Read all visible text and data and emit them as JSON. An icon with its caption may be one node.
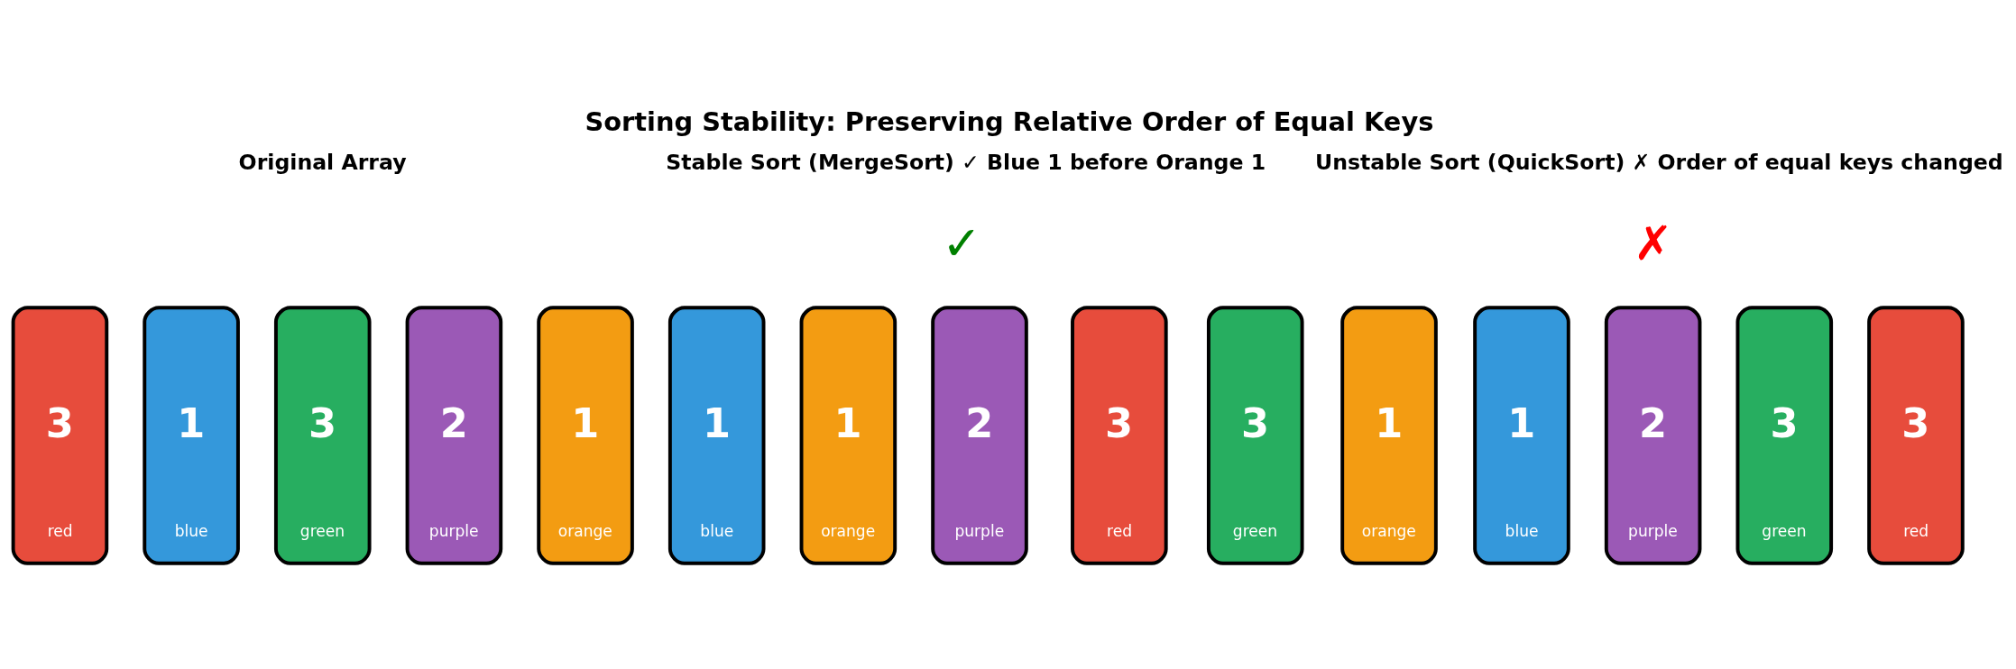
{
  "diagram": {
    "title": "Sorting Stability: Preserving Relative Order of Equal Keys",
    "nodes": [
      {
        "text": [
          "3",
          "red"
        ]
      },
      {
        "text": [
          "1",
          "blue"
        ]
      },
      {
        "text": [
          "3",
          "green"
        ]
      },
      {
        "text": [
          "2",
          "purple"
        ]
      },
      {
        "text": [
          "1",
          "orange"
        ]
      },
      {
        "text": [
          "1",
          "blue"
        ]
      },
      {
        "text": [
          "1",
          "orange"
        ]
      },
      {
        "text": [
          "2",
          "purple"
        ]
      },
      {
        "text": [
          "3",
          "red"
        ]
      },
      {
        "text": [
          "3",
          "green"
        ]
      },
      {
        "text": [
          "1",
          "orange"
        ]
      },
      {
        "text": [
          "1",
          "blue"
        ]
      },
      {
        "text": [
          "2",
          "purple"
        ]
      },
      {
        "text": [
          "3",
          "green"
        ]
      },
      {
        "text": [
          "3",
          "red"
        ]
      }
    ],
    "edges": [],
    "labels": [
      "Original Array",
      "Stable Sort (MergeSort) ✓ Blue 1 before Orange 1",
      "Unstable Sort (QuickSort) ✗ Order of equal keys changed",
      "✓",
      "✗"
    ]
  }
}
